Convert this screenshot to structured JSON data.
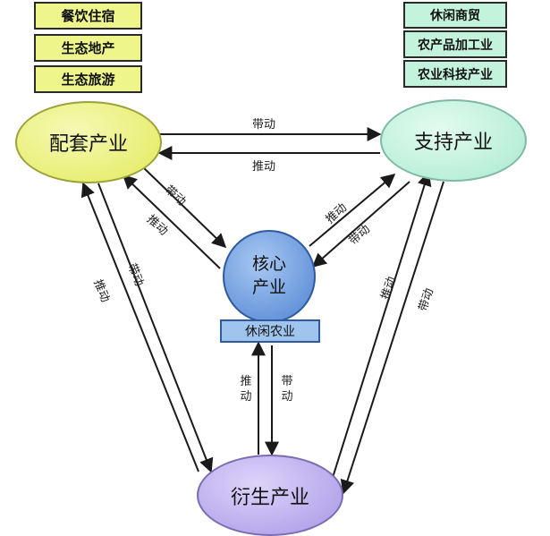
{
  "top_left_boxes": [
    "餐饮住宿",
    "生态地产",
    "生态旅游"
  ],
  "top_right_boxes": [
    "休闲商贸",
    "农产品加工业",
    "农业科技产业"
  ],
  "nodes": {
    "peitao": "配套产业",
    "zhichi": "支持产业",
    "core_line1": "核心",
    "core_line2": "产业",
    "core_tag": "休闲农业",
    "yansheng": "衍生产业"
  },
  "labels": {
    "drive": "带动",
    "push": "推动"
  },
  "colors": {
    "peitao_fill": "#e7ee6b",
    "zhichi_fill": "#b8efd9",
    "core_fill": "#5a8fd8",
    "yansheng_fill": "#b9a8ee",
    "box_green": "#eef58a",
    "box_teal": "#c4f3dd",
    "arrow": "#1a1a1a"
  }
}
